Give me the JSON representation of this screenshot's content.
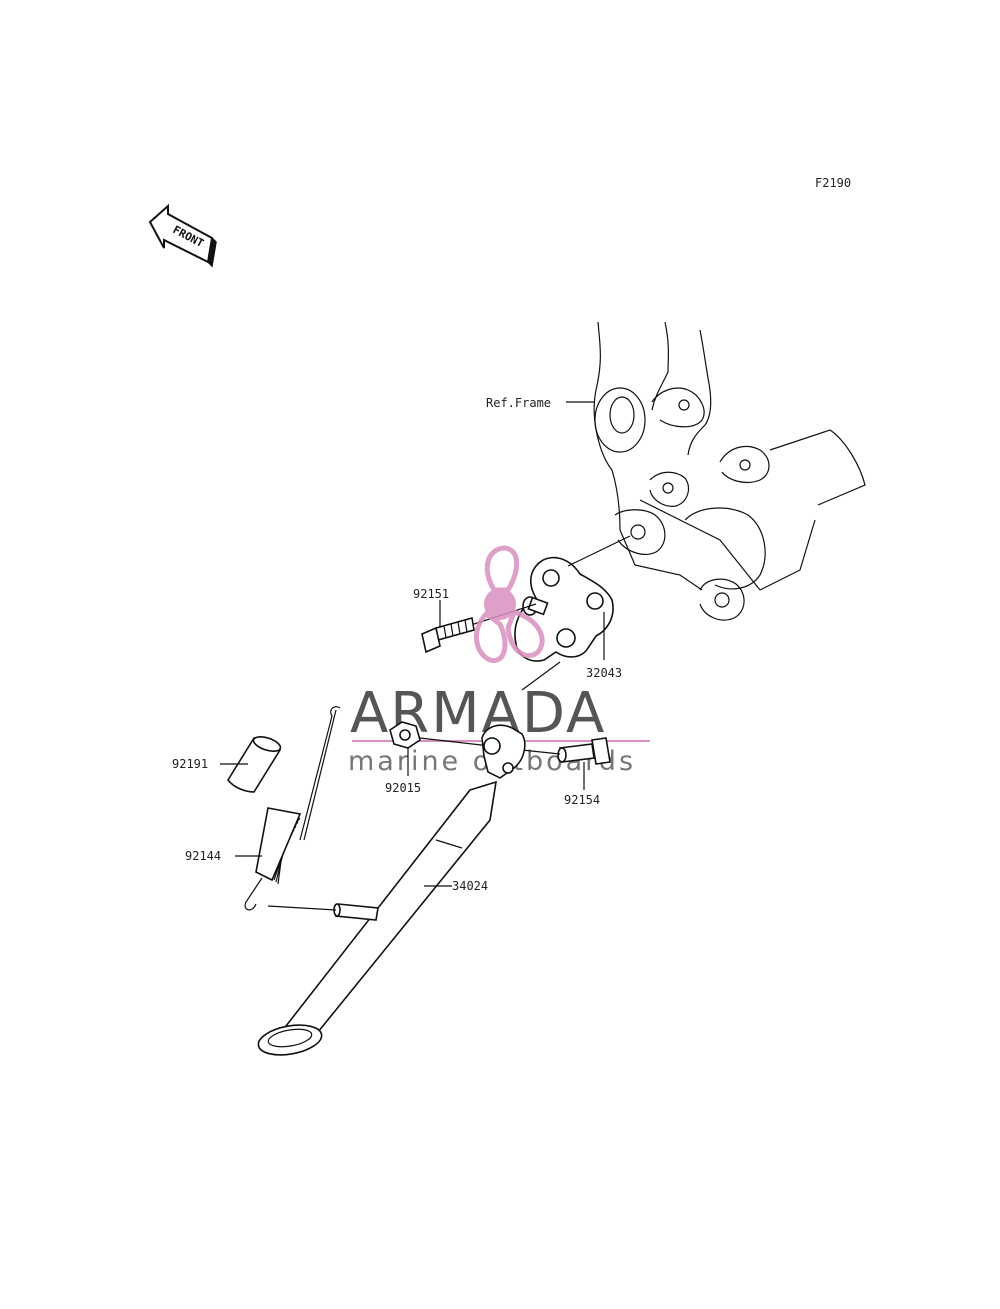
{
  "diagram": {
    "code": "F2190",
    "front_arrow_text": "FRONT",
    "ref_label": "Ref.Frame",
    "parts": {
      "bolt": "92151",
      "bracket": "32043",
      "collar": "92191",
      "nut": "92015",
      "bolt2": "92154",
      "spring": "92144",
      "stand": "34024"
    }
  },
  "watermark": {
    "brand": "ARMADA",
    "tagline": "marine outboards",
    "accent_color": "#d98fbf"
  }
}
